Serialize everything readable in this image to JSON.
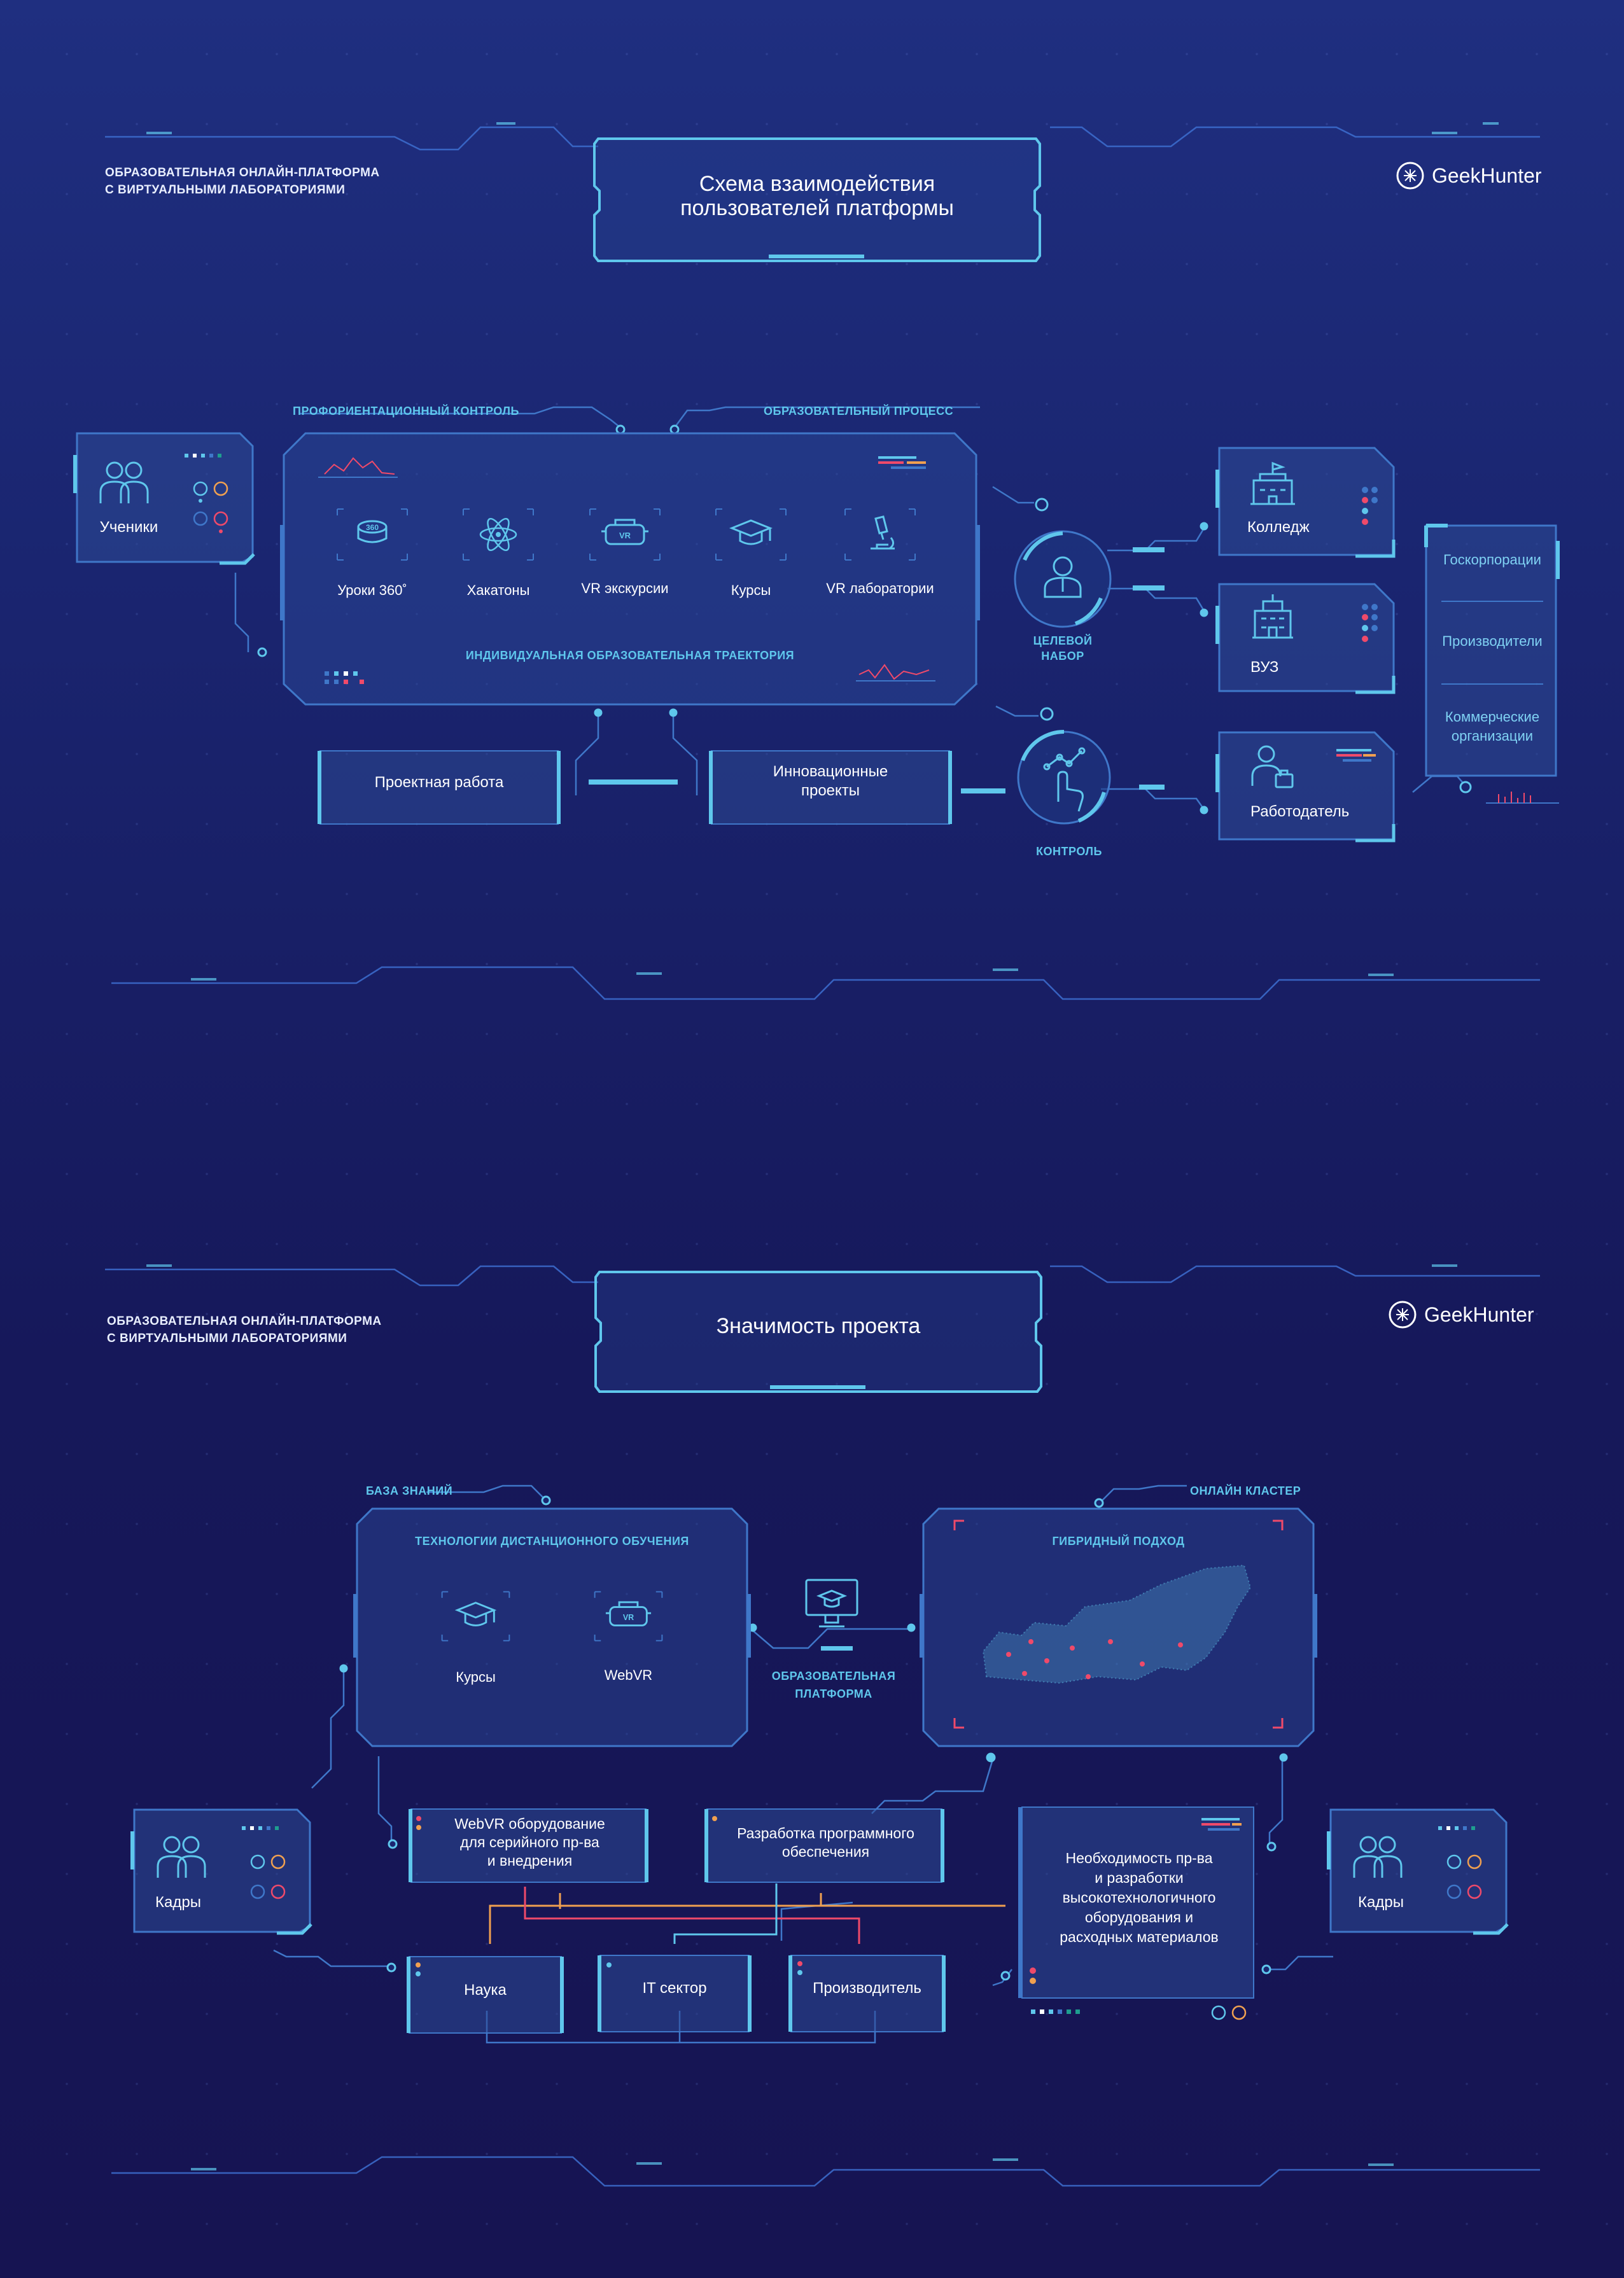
{
  "section1": {
    "header_left": [
      "ОБРАЗОВАТЕЛЬНАЯ ОНЛАЙН-ПЛАТФОРМА",
      "С ВИРТУАЛЬНЫМИ ЛАБОРАТОРИЯМИ"
    ],
    "logo": "GeekHunter",
    "title": [
      "Схема взаимодействия",
      "пользователей платформы"
    ],
    "label_proforient": "ПРОФОРИЕНТАЦИОННЫЙ КОНТРОЛЬ",
    "label_edu_process": "ОБРАЗОВАТЕЛЬНЫЙ ПРОЦЕСС",
    "students": "Ученики",
    "icons": [
      {
        "icon": "vr-360-icon",
        "label": "Уроки 360˚"
      },
      {
        "icon": "atom-icon",
        "label": "Хакатоны"
      },
      {
        "icon": "vr-headset-icon",
        "label": "VR экскурсии"
      },
      {
        "icon": "graduation-cap-icon",
        "label": "Курсы"
      },
      {
        "icon": "microscope-icon",
        "label": "VR лаборатории"
      }
    ],
    "trajectory": "ИНДИВИДУАЛЬНАЯ ОБРАЗОВАТЕЛЬНАЯ ТРАЕКТОРИЯ",
    "project_work": "Проектная работа",
    "innovation": [
      "Инновационные",
      "проекты"
    ],
    "target_set": [
      "ЦЕЛЕВОЙ",
      "НАБОР"
    ],
    "control": "КОНТРОЛЬ",
    "college": "Колледж",
    "university": "ВУЗ",
    "employer": "Работодатель",
    "right_list": [
      "Госкорпорации",
      "Производители",
      "Коммерческие организации"
    ]
  },
  "section2": {
    "header_left": [
      "ОБРАЗОВАТЕЛЬНАЯ ОНЛАЙН-ПЛАТФОРМА",
      "С ВИРТУАЛЬНЫМИ ЛАБОРАТОРИЯМИ"
    ],
    "logo": "GeekHunter",
    "title": "Значимость проекта",
    "label_knowledge": "БАЗА ЗНАНИЙ",
    "label_online": "ОНЛАЙН КЛАСТЕР",
    "distance_tech": "ТЕХНОЛОГИИ ДИСТАНЦИОННОГО ОБУЧЕНИЯ",
    "courses": "Курсы",
    "webvr": "WebVR",
    "platform": [
      "ОБРАЗОВАТЕЛЬНАЯ",
      "ПЛАТФОРМА"
    ],
    "hybrid": "ГИБРИДНЫЙ ПОДХОД",
    "kadry_left": "Кадры",
    "kadry_right": "Кадры",
    "webvr_equipment": [
      "WebVR оборудование",
      "для серийного пр-ва",
      "и внедрения"
    ],
    "software_dev": [
      "Разработка программного",
      "обеспечения"
    ],
    "necessity": [
      "Необходимость пр-ва",
      "и разработки",
      "высокотехнологичного",
      "оборудования и",
      "расходных материалов"
    ],
    "science": "Наука",
    "it_sector": "IT сектор",
    "manufacturer": "Производитель"
  },
  "colors": {
    "accent_cyan": "#5fc7ec",
    "panel_border": "#3f77c9",
    "orange": "#f0a050",
    "red": "#ef4a6a",
    "background": "#1a2570"
  }
}
